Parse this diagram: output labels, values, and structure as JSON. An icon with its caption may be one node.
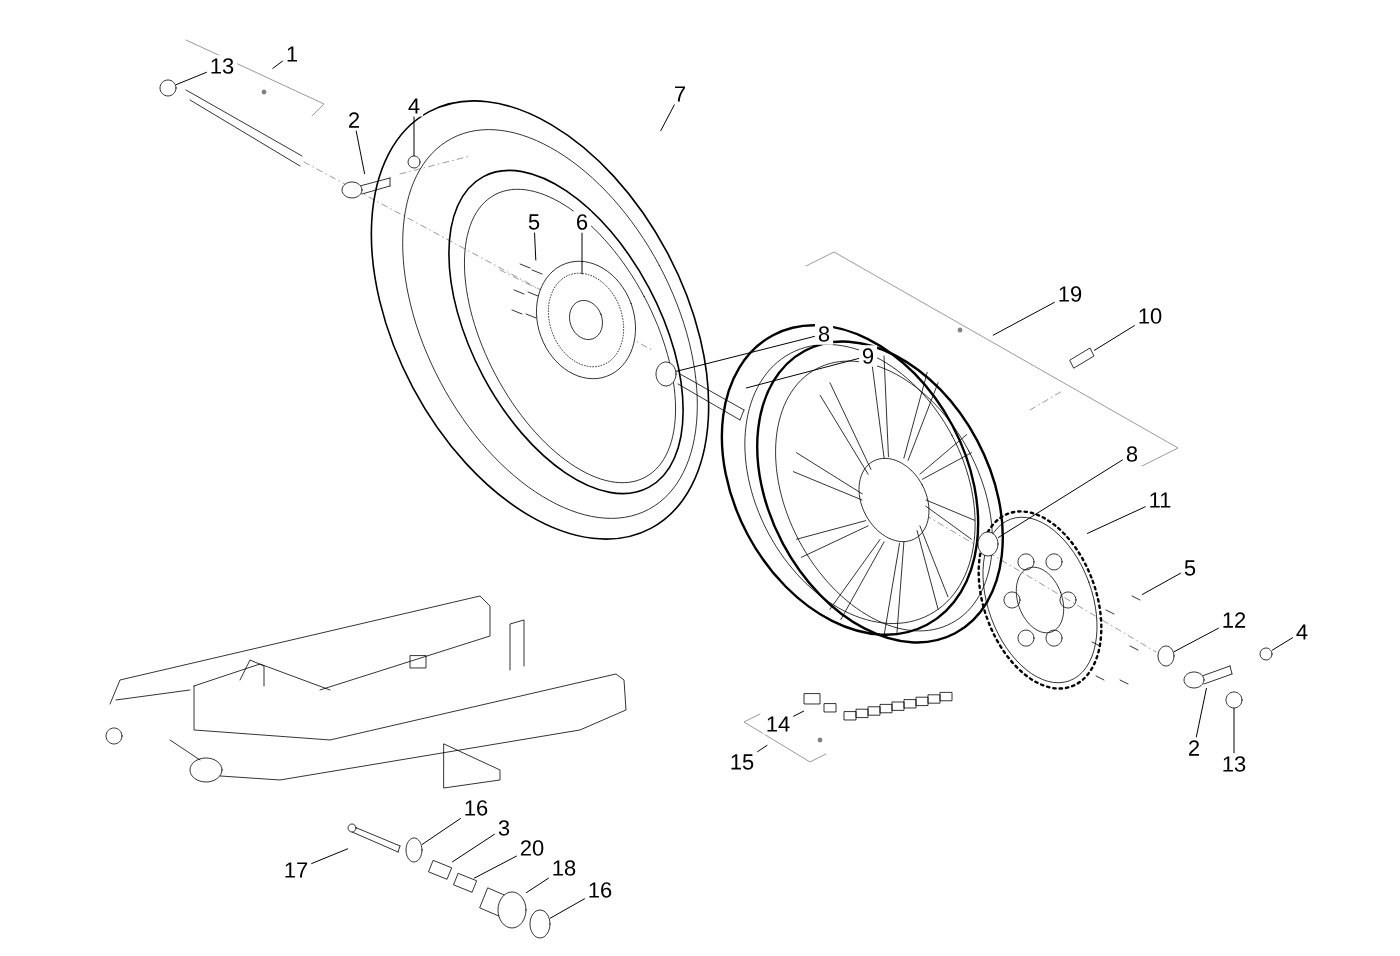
{
  "diagram": {
    "nodes": [
      {
        "text": [
          "13"
        ]
      },
      {
        "text": [
          "1"
        ]
      },
      {
        "text": [
          "2"
        ]
      },
      {
        "text": [
          "4"
        ]
      },
      {
        "text": [
          "7"
        ]
      },
      {
        "text": [
          "5"
        ]
      },
      {
        "text": [
          "6"
        ]
      },
      {
        "text": [
          "8"
        ]
      },
      {
        "text": [
          "9"
        ]
      },
      {
        "text": [
          "19"
        ]
      },
      {
        "text": [
          "10"
        ]
      },
      {
        "text": [
          "8"
        ]
      },
      {
        "text": [
          "11"
        ]
      },
      {
        "text": [
          "5"
        ]
      },
      {
        "text": [
          "12"
        ]
      },
      {
        "text": [
          "4"
        ]
      },
      {
        "text": [
          "2"
        ]
      },
      {
        "text": [
          "13"
        ]
      },
      {
        "text": [
          "14"
        ]
      },
      {
        "text": [
          "15"
        ]
      },
      {
        "text": [
          "16"
        ]
      },
      {
        "text": [
          "3"
        ]
      },
      {
        "text": [
          "20"
        ]
      },
      {
        "text": [
          "18"
        ]
      },
      {
        "text": [
          "16"
        ]
      },
      {
        "text": [
          "17"
        ]
      },
      {
        "text": [],
        "shape": "circle"
      },
      {
        "text": [],
        "shape": "picture"
      },
      {
        "text": [],
        "shape": "circle"
      },
      {
        "text": [],
        "shape": "circle"
      },
      {
        "text": [],
        "shape": "picture"
      },
      {
        "text": [],
        "shape": "picture"
      },
      {
        "text": [],
        "shape": "circle"
      },
      {
        "text": [],
        "shape": "picture"
      },
      {
        "text": [],
        "shape": "circle"
      },
      {
        "text": [],
        "shape": "circle"
      },
      {
        "text": [],
        "shape": "picture"
      },
      {
        "text": [],
        "shape": "circle"
      },
      {
        "text": [],
        "shape": "picture"
      },
      {
        "text": [],
        "shape": "circle"
      },
      {
        "text": [],
        "shape": "box"
      },
      {
        "text": [],
        "shape": "box"
      },
      {
        "text": [],
        "shape": "picture"
      },
      {
        "text": [],
        "shape": "circle"
      },
      {
        "text": [],
        "shape": "picture"
      }
    ],
    "edges": [
      {
        "from": 0,
        "to": 26,
        "arrow": "none"
      },
      {
        "from": 1,
        "to": null,
        "arrow": "none"
      },
      {
        "from": 2,
        "to": 27,
        "arrow": "none"
      },
      {
        "from": 3,
        "to": 28,
        "arrow": "none"
      },
      {
        "from": 4,
        "to": null,
        "arrow": "none"
      },
      {
        "from": 5,
        "to": null,
        "arrow": "none"
      },
      {
        "from": 6,
        "to": null,
        "arrow": "none"
      },
      {
        "from": 7,
        "to": 29,
        "arrow": "none"
      },
      {
        "from": 8,
        "to": 30,
        "arrow": "none"
      },
      {
        "from": 9,
        "to": null,
        "arrow": "none"
      },
      {
        "from": 10,
        "to": 31,
        "arrow": "none"
      },
      {
        "from": 11,
        "to": 32,
        "arrow": "none"
      },
      {
        "from": 12,
        "to": null,
        "arrow": "none"
      },
      {
        "from": 13,
        "to": 33,
        "arrow": "none"
      },
      {
        "from": 14,
        "to": 34,
        "arrow": "none"
      },
      {
        "from": 15,
        "to": 35,
        "arrow": "none"
      },
      {
        "from": 16,
        "to": 36,
        "arrow": "none"
      },
      {
        "from": 17,
        "to": 37,
        "arrow": "none"
      },
      {
        "from": 18,
        "to": 38,
        "arrow": "none"
      },
      {
        "from": 19,
        "to": null,
        "arrow": "none"
      },
      {
        "from": 20,
        "to": 39,
        "arrow": "none"
      },
      {
        "from": 21,
        "to": 40,
        "arrow": "none"
      },
      {
        "from": 22,
        "to": 41,
        "arrow": "none"
      },
      {
        "from": 23,
        "to": 42,
        "arrow": "none"
      },
      {
        "from": 24,
        "to": 43,
        "arrow": "none"
      },
      {
        "from": 25,
        "to": 44,
        "arrow": "none"
      }
    ]
  }
}
